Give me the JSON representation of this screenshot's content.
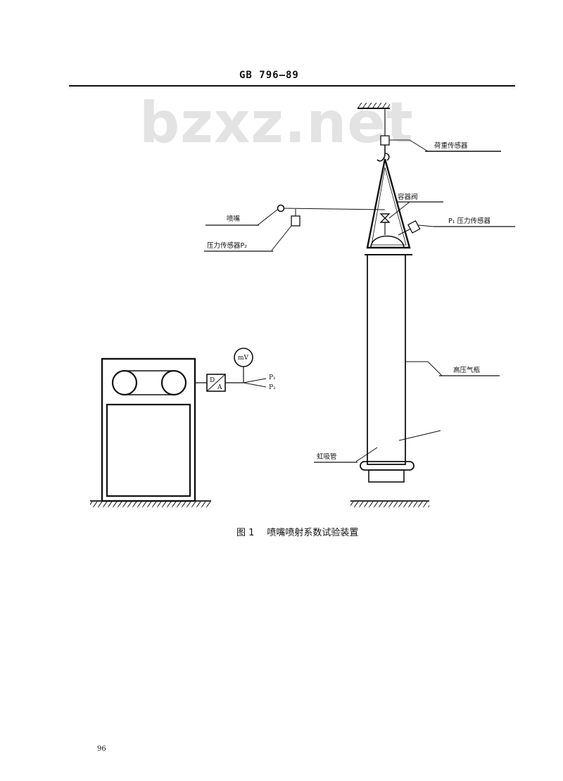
{
  "header": {
    "standard_code": "GB 796—89"
  },
  "watermark": "bzxz.net",
  "figure": {
    "labels": {
      "load_sensor": "荷重传感器",
      "container_valve": "容器阀",
      "p1_sensor": "P₁ 压力传感器",
      "nozzle": "喷嘴",
      "p2_sensor": "压力传感器P₂",
      "meter": "mV",
      "da_top": "D",
      "da_bottom": "A",
      "p1": "P₁",
      "p2": "P₂",
      "cylinder": "高压气瓶",
      "siphon": "虹吸管"
    },
    "caption": {
      "number": "图 1",
      "text": "喷嘴喷射系数试验装置"
    }
  },
  "footer": {
    "page_number": "96"
  }
}
